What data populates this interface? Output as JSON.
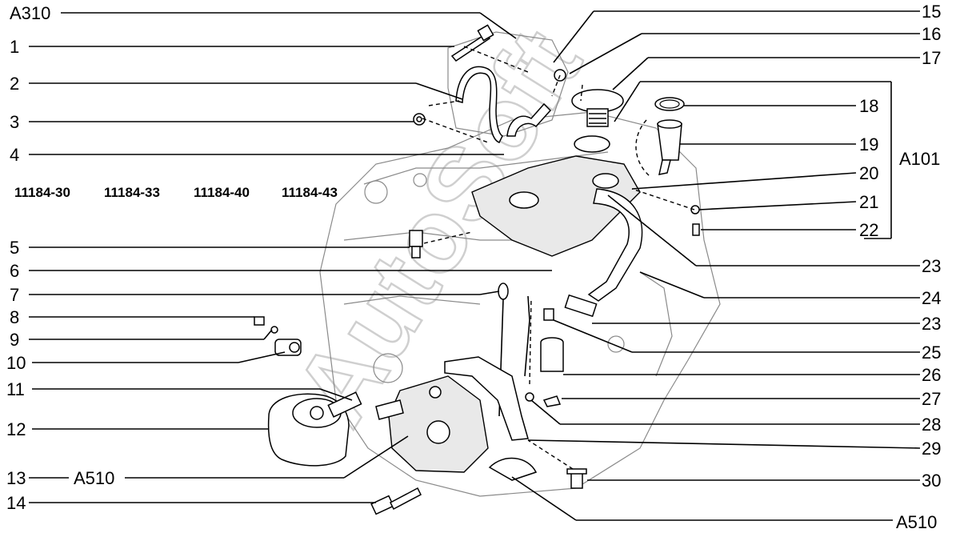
{
  "watermark": "AutoSoft",
  "left_labels": [
    "1",
    "2",
    "3",
    "4",
    "5",
    "6",
    "7",
    "8",
    "9",
    "10",
    "11",
    "12",
    "13",
    "14"
  ],
  "right_labels": [
    "15",
    "16",
    "17",
    "18",
    "19",
    "20",
    "21",
    "22",
    "23",
    "24",
    "23",
    "25",
    "26",
    "27",
    "28",
    "29",
    "30"
  ],
  "group_labels": {
    "a310": "A310",
    "a510_left": "A510",
    "a510_right": "A510",
    "a101": "A101"
  },
  "model_codes": [
    "11184-30",
    "11184-33",
    "11184-40",
    "11184-43"
  ],
  "parts_icons": [
    "bolt-icon",
    "hose-icon",
    "clamp-icon",
    "sensor-icon",
    "cap-icon",
    "o-ring-icon",
    "filler-neck-icon",
    "washer-icon",
    "oil-filter-icon",
    "dipstick-icon",
    "pump-icon",
    "gasket-icon"
  ]
}
